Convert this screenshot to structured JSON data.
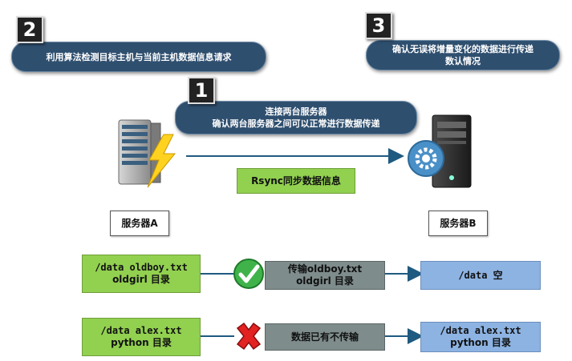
{
  "steps": {
    "s1": {
      "number": "1",
      "lines": [
        "连接两台服务器",
        "确认两台服务器之间可以正常进行数据传递"
      ]
    },
    "s2": {
      "number": "2",
      "lines": [
        "利用算法检测目标主机与当前主机数据信息请求"
      ]
    },
    "s3": {
      "number": "3",
      "lines": [
        "确认无误将增量变化的数据进行传递",
        "数认情况"
      ]
    }
  },
  "sync_label": "Rsync同步数据信息",
  "servers": {
    "a": "服务器A",
    "b": "服务器B"
  },
  "rows": [
    {
      "source": [
        "/data oldboy.txt",
        "oldgirl 目录"
      ],
      "status": "check",
      "middle": [
        "传输oldboy.txt",
        "oldgirl 目录"
      ],
      "target": [
        "/data  空"
      ]
    },
    {
      "source": [
        "/data alex.txt",
        "python 目录"
      ],
      "status": "cross",
      "middle": [
        "数据已有不传输"
      ],
      "target": [
        "/data alex.txt",
        "python 目录"
      ]
    }
  ],
  "colors": {
    "pill": "#2f4f6f",
    "arrow": "#1f5a80",
    "green": "#92d050",
    "gray": "#7f8c8c",
    "blue": "#8db3e2"
  }
}
